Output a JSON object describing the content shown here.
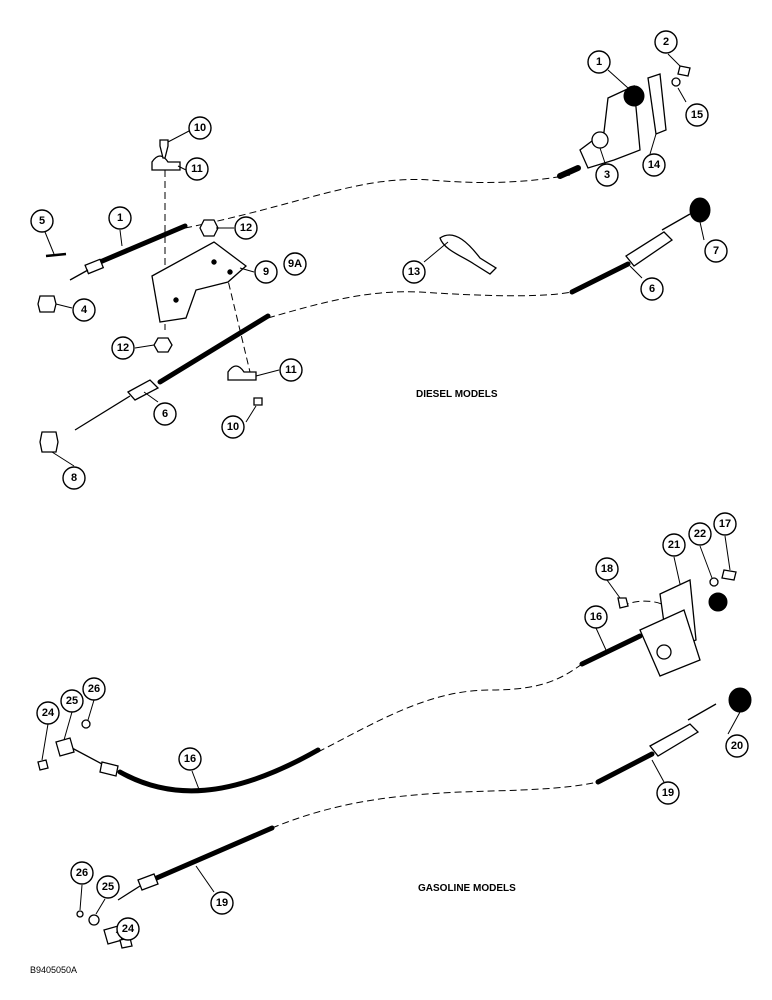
{
  "captions": {
    "diesel": "DIESEL MODELS",
    "gasoline": "GASOLINE MODELS",
    "figure_id": "B9405050A"
  },
  "callouts": {
    "d_1_top": "1",
    "d_2": "2",
    "d_15": "15",
    "d_3": "3",
    "d_14": "14",
    "d_10_top": "10",
    "d_11_top": "11",
    "d_12_top": "12",
    "d_9": "9",
    "d_9A": "9A",
    "d_5": "5",
    "d_1_left": "1",
    "d_4": "4",
    "d_13": "13",
    "d_7": "7",
    "d_6_right": "6",
    "d_12_bottom": "12",
    "d_11_bottom": "11",
    "d_6_left": "6",
    "d_10_bottom": "10",
    "d_8": "8",
    "g_17": "17",
    "g_22": "22",
    "g_21": "21",
    "g_18": "18",
    "g_16_right": "16",
    "g_24_top": "24",
    "g_25_top": "25",
    "g_26_top": "26",
    "g_16_left": "16",
    "g_20": "20",
    "g_19_right": "19",
    "g_19_left": "19",
    "g_26_bottom": "26",
    "g_25_bottom": "25",
    "g_24_bottom": "24"
  }
}
